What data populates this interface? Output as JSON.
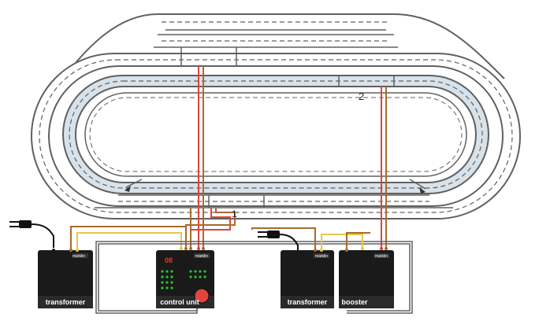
{
  "diagram": {
    "callouts": {
      "one": "1",
      "two": "2"
    },
    "devices": {
      "transformer_left": {
        "label": "transformer",
        "brand": "märklin"
      },
      "control_unit": {
        "label": "control unit",
        "brand": "märklin",
        "display": "08"
      },
      "transformer_right": {
        "label": "transformer",
        "brand": "märklin"
      },
      "booster": {
        "label": "booster",
        "brand": "märklin"
      }
    },
    "colors": {
      "rail": "#606060",
      "track_fill": "#ffffff",
      "inner_track_fill": "#d8e2ea",
      "wire_red": "#e0443c",
      "wire_brown": "#a86a2c",
      "wire_yellow": "#e6c84a",
      "device_body": "#1a1a1a",
      "led_green": "#2fbf3a",
      "led_red": "#e03a2a"
    }
  }
}
